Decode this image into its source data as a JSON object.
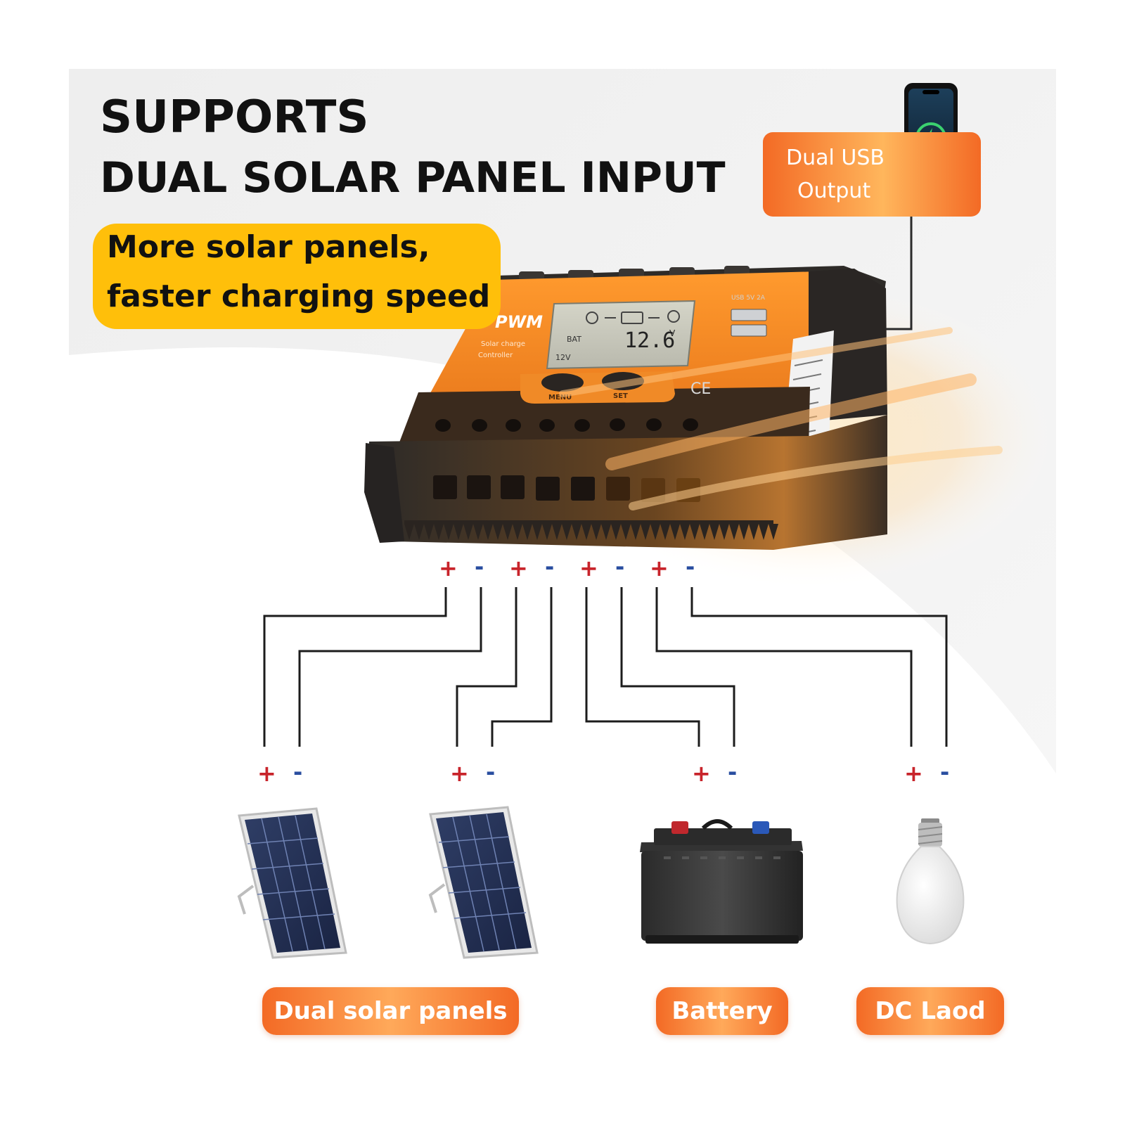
{
  "headline": {
    "line1": "SUPPORTS",
    "line2": "DUAL SOLAR PANEL INPUT"
  },
  "subheadline": {
    "line1": "More solar panels,",
    "line2": "faster charging speed"
  },
  "usb_callout": {
    "line1": "Dual USB",
    "line2": "Output"
  },
  "controller": {
    "brand": "PWM",
    "caption_line1": "Solar charge",
    "caption_line2": "Controller",
    "lcd_reading": "12.6",
    "lcd_unit": "V",
    "lcd_bat": "BAT",
    "lcd_sys": "12V",
    "usb_label": "USB 5V 2A",
    "button_menu": "MENU",
    "button_set": "SET",
    "cert_mark": "CE"
  },
  "terminals": {
    "plus": "+",
    "minus": "-"
  },
  "labels": {
    "solar": "Dual solar panels",
    "battery": "Battery",
    "load": "DC Laod"
  },
  "colors": {
    "accent_orange": "#f36a25",
    "highlight_yellow": "#ffbf0a",
    "positive_red": "#c8242b",
    "negative_blue": "#2a4ea0",
    "wire": "#1c1c1c"
  }
}
